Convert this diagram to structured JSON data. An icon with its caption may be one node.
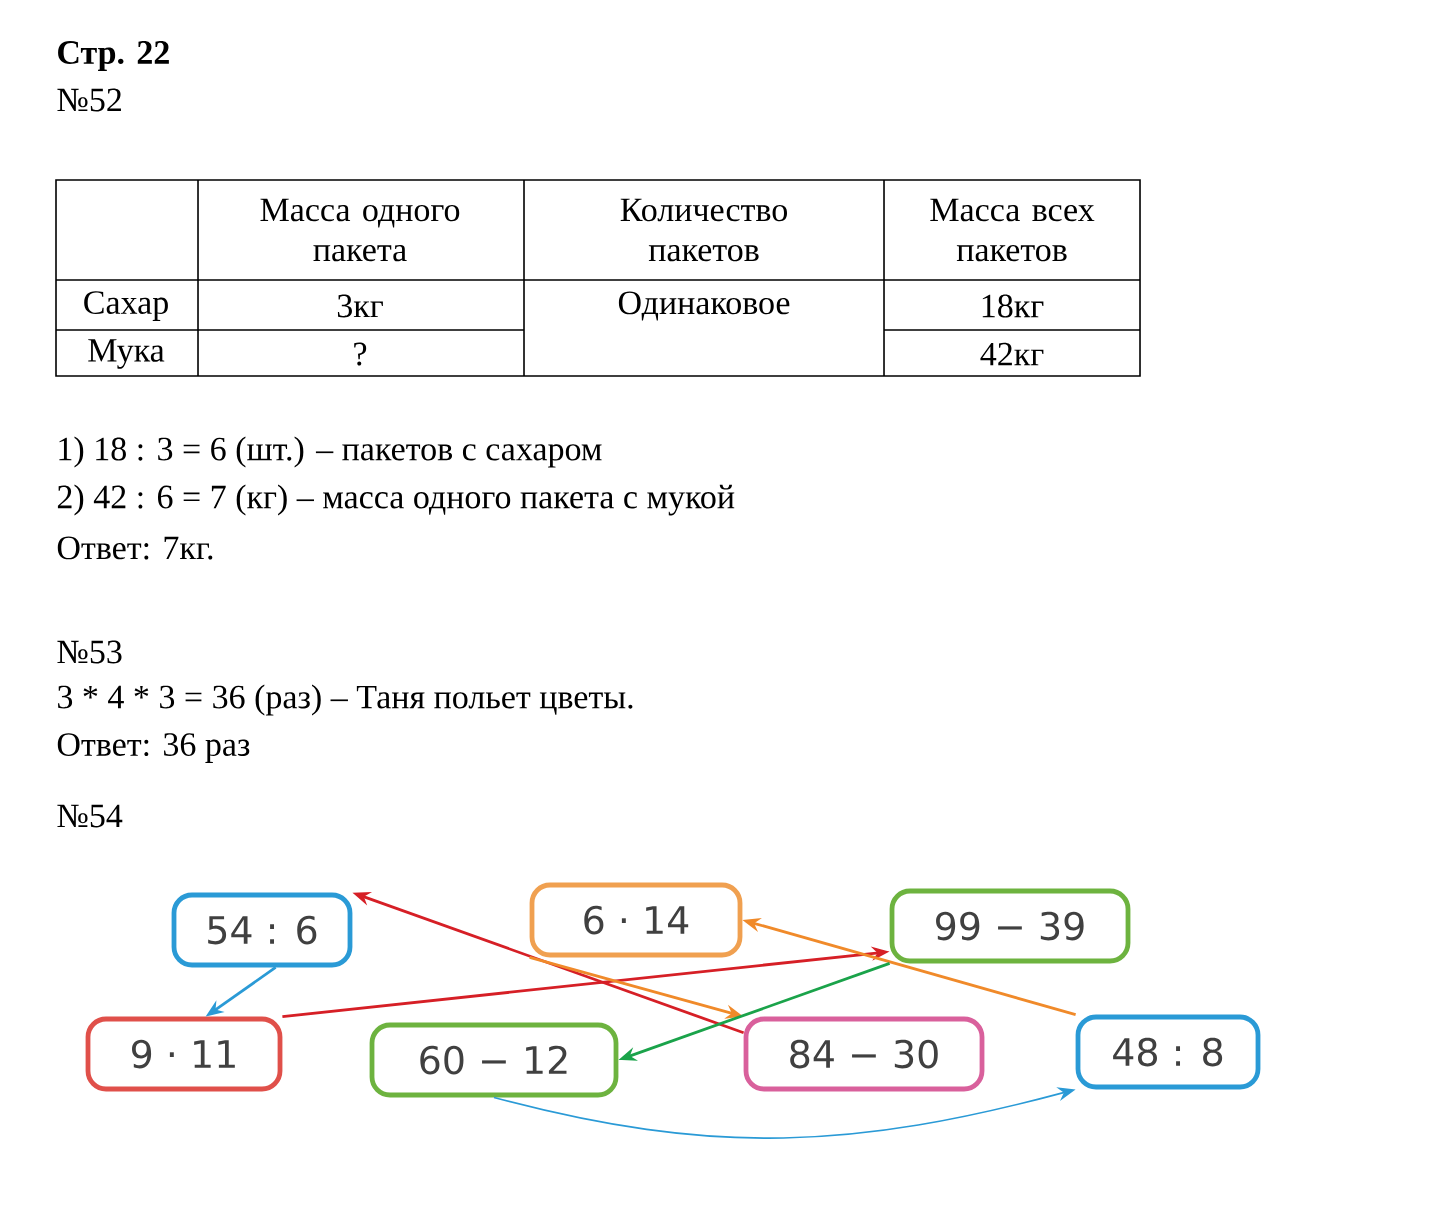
{
  "diagram": {
    "nodes": [
      {
        "text": [
          "54 : 6"
        ]
      },
      {
        "text": [
          "6 · 14"
        ]
      },
      {
        "text": [
          "99 − 39"
        ]
      },
      {
        "text": [
          "9 · 11"
        ]
      },
      {
        "text": [
          "60 − 12"
        ]
      },
      {
        "text": [
          "84 − 30"
        ]
      },
      {
        "text": [
          "48 : 8"
        ]
      }
    ],
    "edges": [
      {
        "from": 0,
        "to": 3,
        "arrow": "to",
        "color": "#2a9ad6"
      },
      {
        "from": 3,
        "to": 2,
        "arrow": "to",
        "color": "#d61f26"
      },
      {
        "from": 5,
        "to": 0,
        "arrow": "to",
        "color": "#d61f26"
      },
      {
        "from": 1,
        "to": 5,
        "arrow": "to",
        "color": "#f08a2a"
      },
      {
        "from": 6,
        "to": 1,
        "arrow": "to",
        "color": "#f08a2a"
      },
      {
        "from": 2,
        "to": 4,
        "arrow": "to",
        "color": "#1aa34a"
      },
      {
        "from": 4,
        "to": 6,
        "arrow": "to",
        "color": "#2a9ad6"
      }
    ],
    "labels": [
      "Стр. 22",
      "№52",
      "Масса одного пакета",
      "Количество пакетов",
      "Масса всех пакетов",
      "Сахар",
      "3кг",
      "Одинаковое",
      "18кг",
      "Мука",
      "?",
      "42кг",
      "1) 18 : 3 = 6 (шт.) – пакетов с сахаром",
      "2) 42 : 6 = 7 (кг) – масса одного пакета с мукой",
      "Ответ: 7кг.",
      "№53",
      "3 * 4 * 3 = 36 (раз) – Таня польет цветы.",
      "Ответ: 36 раз",
      "№54"
    ]
  }
}
